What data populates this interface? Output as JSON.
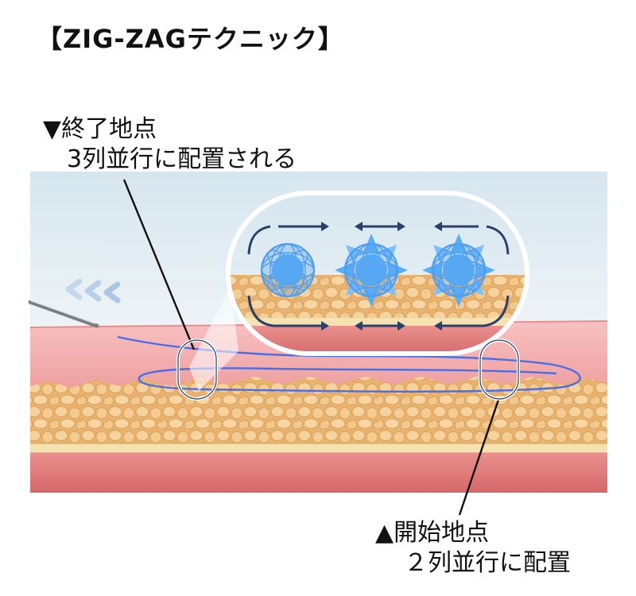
{
  "title": "【ZIG-ZAGテクニック】",
  "labels": {
    "end": {
      "line1": "▼終了地点",
      "line2": "3列並行に配置される"
    },
    "start": {
      "line1": "▲開始地点",
      "line2": "２列並行に配置"
    }
  },
  "colors": {
    "sky": "#dde9f0",
    "skin_pink": "#f3a6a6",
    "fat_yellow": "#f0c98a",
    "muscle_red": "#e07a7a",
    "thread_blue": "#4a6ee8",
    "filler_blue": "#5aaef5",
    "arrow_navy": "#2a3f6a",
    "marker_navy": "#1f3a5c"
  },
  "icons": [
    "needle-icon",
    "direction-chevrons-icon",
    "spherical-filler-icon",
    "double-arrow-icon"
  ]
}
